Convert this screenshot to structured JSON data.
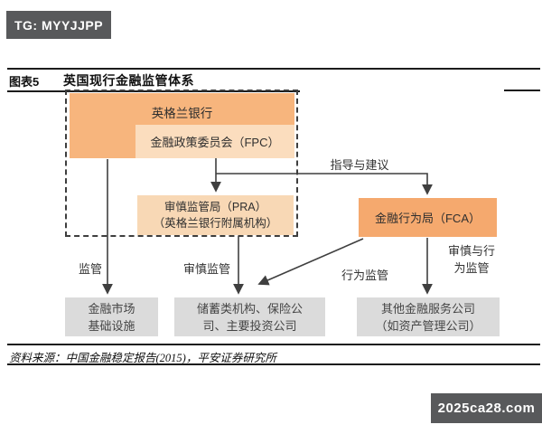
{
  "watermarks": {
    "top": "TG: MYYJJPP",
    "bottom": "2025ca28.com"
  },
  "header": {
    "figure_label": "图表5",
    "title": "英国现行金融监管体系"
  },
  "diagram": {
    "nodes": {
      "boe": {
        "label": "英格兰银行"
      },
      "fpc": {
        "label": "金融政策委员会（FPC）"
      },
      "pra": {
        "line1": "审慎监管局（PRA）",
        "line2": "（英格兰银行附属机构）"
      },
      "fca": {
        "label": "金融行为局（FCA）"
      },
      "fmi": {
        "line1": "金融市场",
        "line2": "基础设施"
      },
      "deposit": {
        "line1": "储蓄类机构、保险公",
        "line2": "司、主要投资公司"
      },
      "other": {
        "line1": "其他金融服务公司",
        "line2": "（如资产管理公司）"
      }
    },
    "edge_labels": {
      "guidance": "指导与建议",
      "supervision": "监管",
      "prudential": "审慎监管",
      "conduct": "行为监管",
      "pru_conduct_line1": "审慎与行",
      "pru_conduct_line2": "为监管"
    }
  },
  "footer": {
    "source": "资料来源：中国金融稳定报告(2015)，平安证券研究所"
  },
  "colors": {
    "orange_main": "#F7B57D",
    "orange_light": "#FBDDBE",
    "orange_pra": "#F8D8B5",
    "orange_fca": "#F5A96E",
    "gray_box": "#DBDBDB",
    "badge_gray": "#58595B",
    "line": "#3F3F3F"
  }
}
